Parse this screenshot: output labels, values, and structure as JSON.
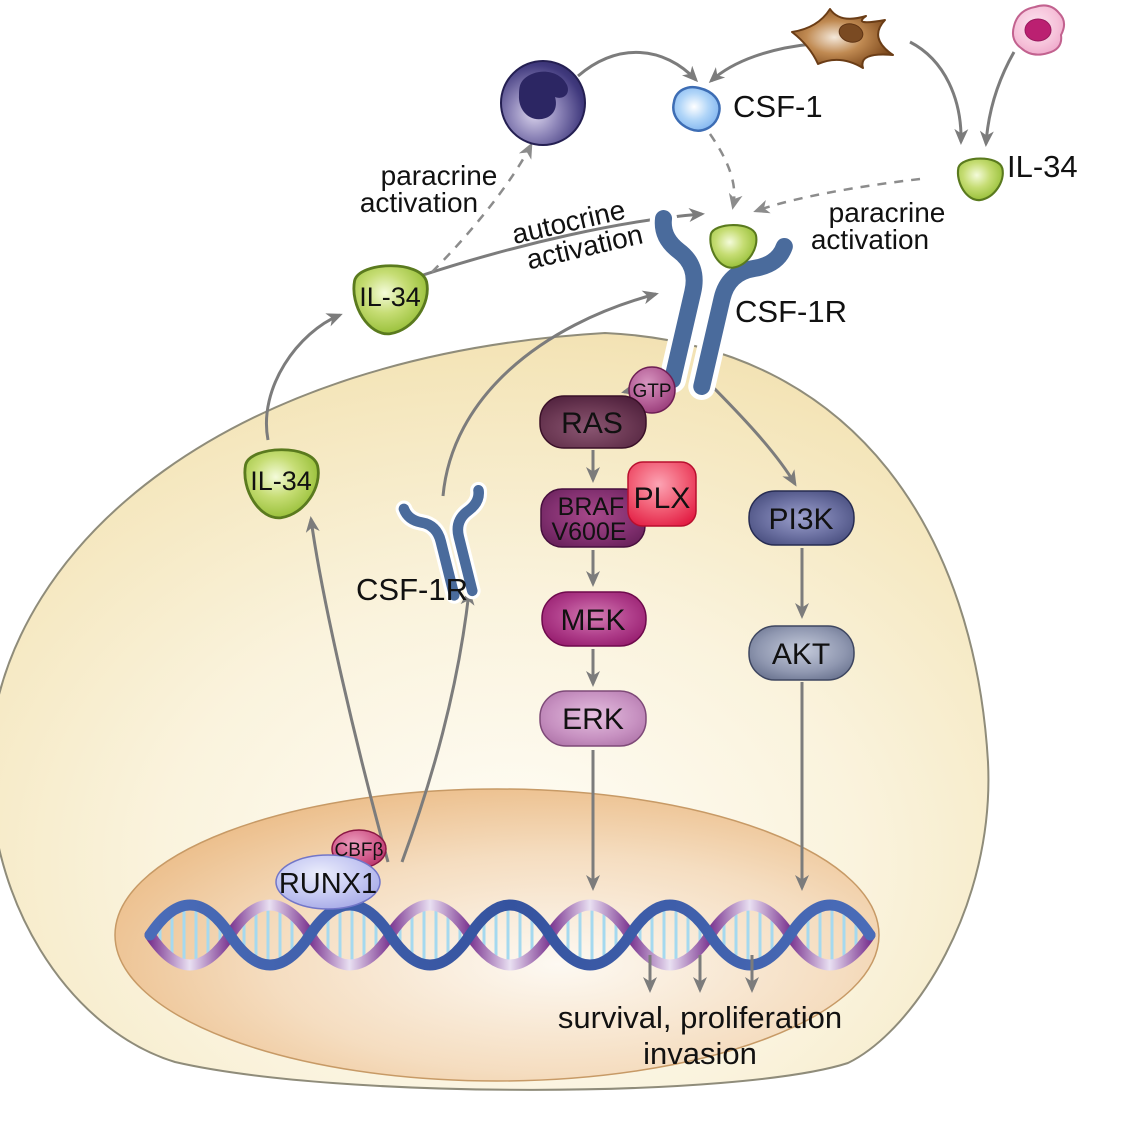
{
  "ligands": {
    "csf1_label": "CSF-1",
    "il34_label_right": "IL-34",
    "il34_label_outer": "IL-34",
    "il34_label_inner": "IL-34"
  },
  "receptor": {
    "membrane_label": "CSF-1R",
    "internal_label": "CSF-1R"
  },
  "annotations": {
    "paracrine_left_1": "paracrine",
    "paracrine_left_2": "activation",
    "autocrine_1": "autocrine",
    "autocrine_2": "activation",
    "paracrine_right_1": "paracrine",
    "paracrine_right_2": "activation"
  },
  "signaling": {
    "gtp": "GTP",
    "ras": "RAS",
    "braf_1": "BRAF",
    "braf_2": "V600E",
    "plx": "PLX",
    "mek": "MEK",
    "erk": "ERK",
    "pi3k": "PI3K",
    "akt": "AKT"
  },
  "nucleus": {
    "runx1": "RUNX1",
    "cbfb": "CBFβ"
  },
  "outcomes": {
    "line1": "survival, proliferation",
    "line2": "invasion"
  },
  "colors": {
    "receptor_blue": "#4a6b9c",
    "ligand_green": "#9cc23e",
    "csf1_blue": "#7db6f2",
    "monocyte_indigo": "#2f2a66",
    "tumor_brown": "#8a5526",
    "pink_cell": "#f6c3da",
    "plx_red": "#e31f45",
    "ras_maroon": "#4a1c38",
    "mek_magenta": "#8c0f63",
    "erk_orchid": "#a4679e",
    "pi3k_indigo": "#383e6e",
    "akt_slate": "#555f7d",
    "runx1_lavender": "#a9ade8",
    "cbfb_pink": "#a81f56",
    "cell_beige": "#f3e3b4",
    "nucleus_tan": "#e8b071",
    "arrow_gray": "#7c7c7c"
  }
}
